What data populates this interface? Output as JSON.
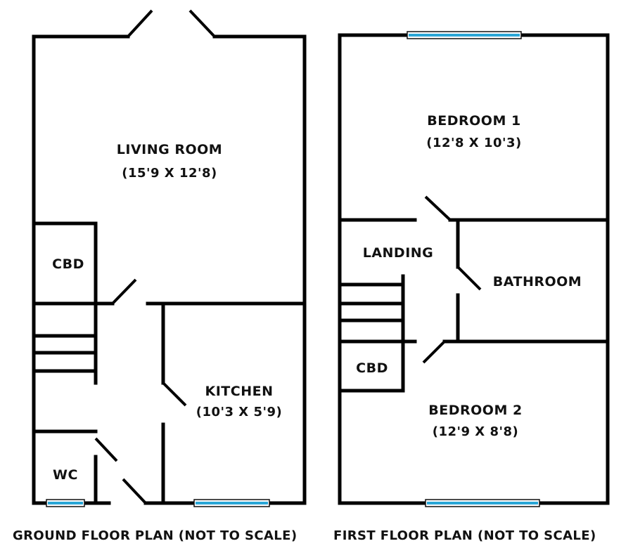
{
  "colors": {
    "wall": "#000000",
    "window": "#2aa6d6",
    "background": "#ffffff"
  },
  "ground_floor": {
    "rooms": {
      "living_room": {
        "name": "LIVING ROOM",
        "size": "(15'9 X 12'8)"
      },
      "cbd": {
        "name": "CBD"
      },
      "kitchen": {
        "name": "KITCHEN",
        "size": "(10'3 X 5'9)"
      },
      "wc": {
        "name": "WC"
      }
    },
    "caption": "GROUND FLOOR PLAN (NOT TO SCALE)"
  },
  "first_floor": {
    "rooms": {
      "bedroom1": {
        "name": "BEDROOM 1",
        "size": "(12'8 X 10'3)"
      },
      "landing": {
        "name": "LANDING"
      },
      "bathroom": {
        "name": "BATHROOM"
      },
      "cbd": {
        "name": "CBD"
      },
      "bedroom2": {
        "name": "BEDROOM 2",
        "size": "(12'9 X 8'8)"
      }
    },
    "caption": "FIRST FLOOR PLAN (NOT TO SCALE)"
  }
}
